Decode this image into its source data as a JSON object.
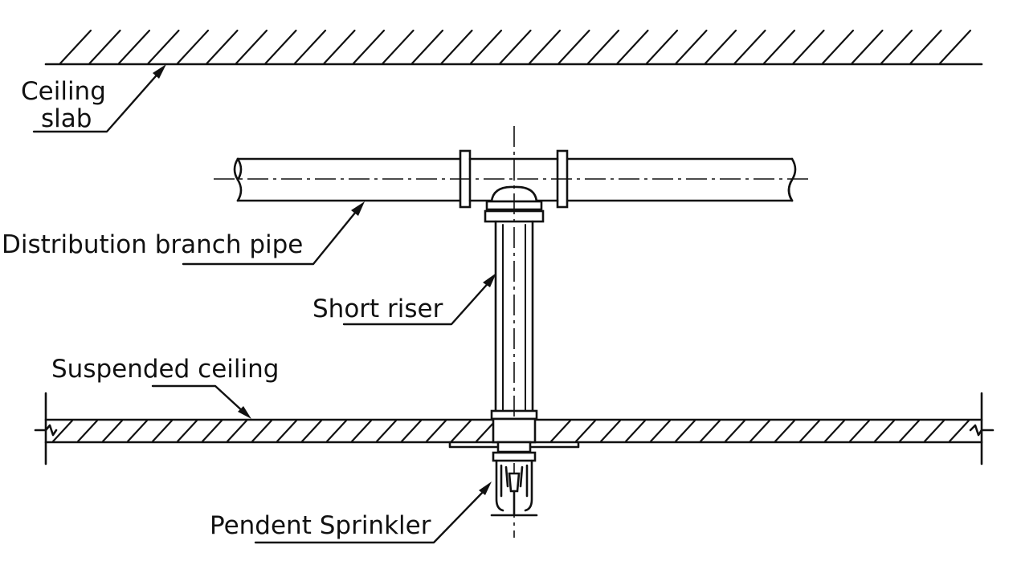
{
  "labels": {
    "ceiling_slab_line1": "Ceiling",
    "ceiling_slab_line2": "slab",
    "distribution_branch_pipe": "Distribution branch pipe",
    "short_riser": "Short riser",
    "suspended_ceiling": "Suspended ceiling",
    "pendent_sprinkler": "Pendent Sprinkler"
  },
  "colors": {
    "line": "#111111",
    "background": "#ffffff"
  }
}
